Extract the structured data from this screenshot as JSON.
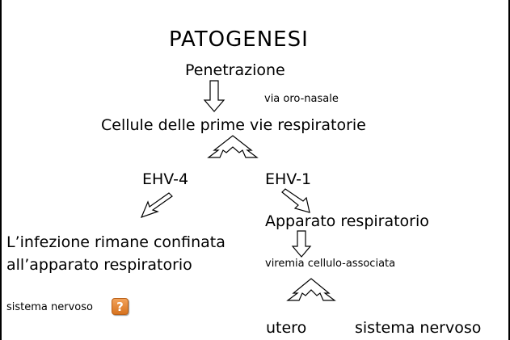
{
  "title": "PATOGENESI",
  "nodes": {
    "penetrazione": "Penetrazione",
    "via": "via oro-nasale",
    "cellule": "Cellule delle prime vie respiratorie",
    "ehv4": "EHV-4",
    "ehv1": "EHV-1",
    "apparato": "Apparato respiratorio",
    "infezione_line1": "L’infezione rimane confinata",
    "infezione_line2": "all’apparato respiratorio",
    "viremia": "viremia cellulo-associata",
    "sistema_nervoso_left": "sistema nervoso",
    "utero": "utero",
    "sistema_nervoso_right": "sistema nervoso"
  },
  "help_button": {
    "label": "?",
    "color": "#e0832d"
  }
}
